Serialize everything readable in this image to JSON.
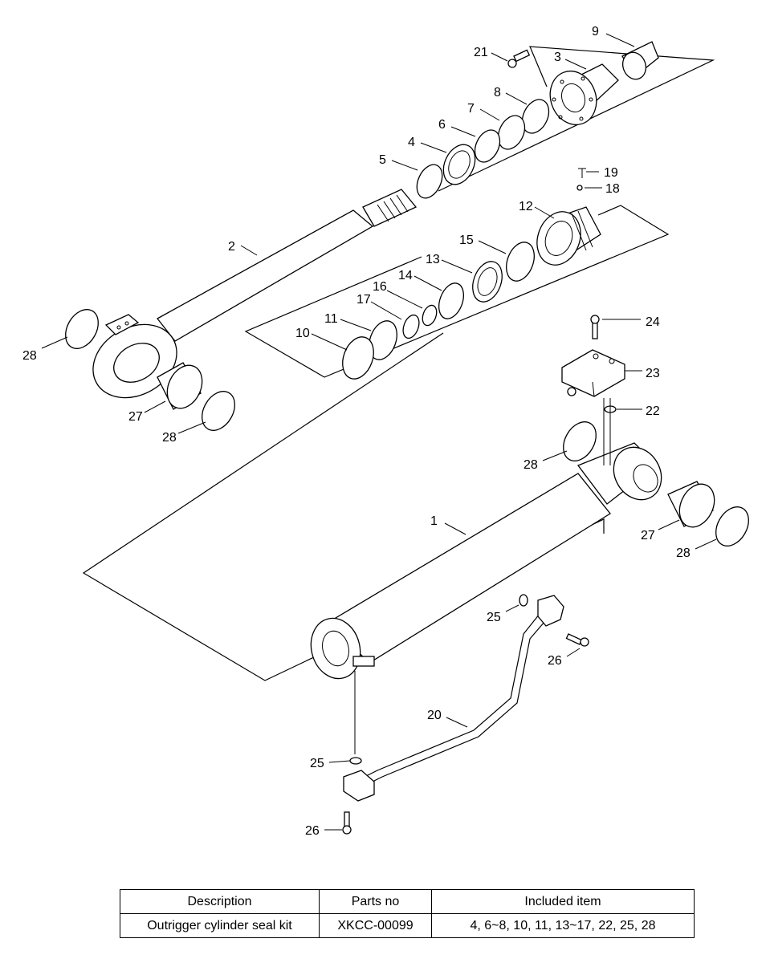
{
  "diagram": {
    "callouts": [
      "1",
      "2",
      "3",
      "4",
      "5",
      "6",
      "7",
      "8",
      "9",
      "10",
      "11",
      "12",
      "13",
      "14",
      "15",
      "16",
      "17",
      "18",
      "19",
      "20",
      "21",
      "22",
      "23",
      "24",
      "25",
      "25",
      "26",
      "26",
      "27",
      "27",
      "28",
      "28",
      "28",
      "28"
    ]
  },
  "table": {
    "headers": [
      "Description",
      "Parts no",
      "Included item"
    ],
    "rows": [
      [
        "Outrigger cylinder seal kit",
        "XKCC-00099",
        "4, 6~8, 10, 11, 13~17, 22, 25, 28"
      ]
    ]
  }
}
